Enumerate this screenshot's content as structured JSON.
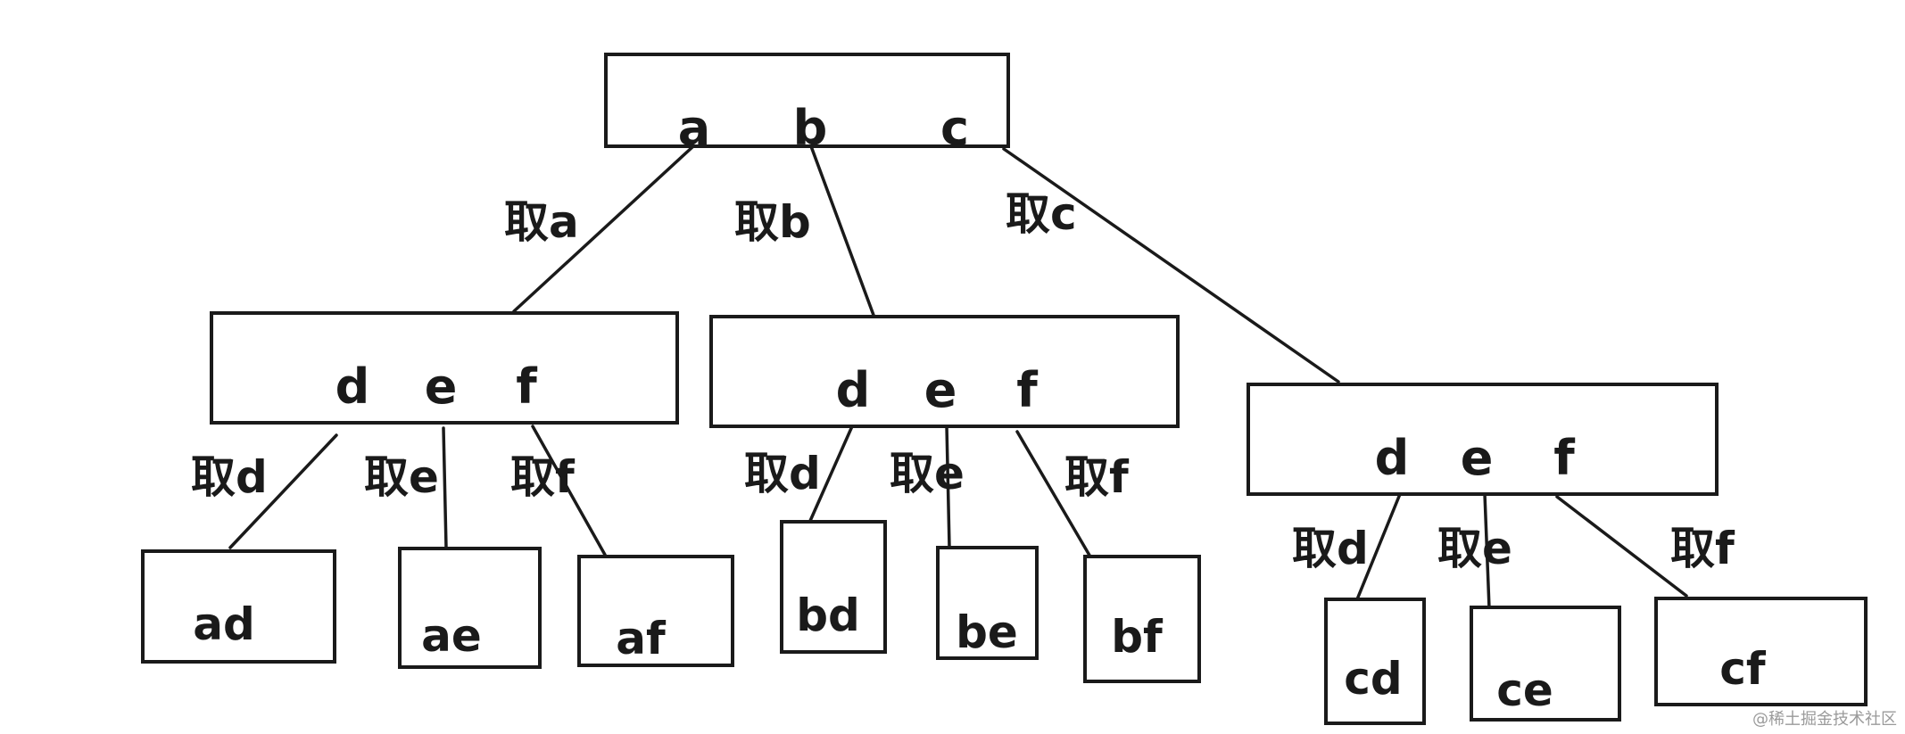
{
  "diagram": {
    "root": {
      "letters": [
        "a",
        "b",
        "c"
      ]
    },
    "branches": [
      {
        "edge_label": "取a",
        "node": {
          "letters": [
            "d",
            "e",
            "f"
          ]
        },
        "children": [
          {
            "edge_label": "取d",
            "leaf": "ad"
          },
          {
            "edge_label": "取e",
            "leaf": "ae"
          },
          {
            "edge_label": "取f",
            "leaf": "af"
          }
        ]
      },
      {
        "edge_label": "取b",
        "node": {
          "letters": [
            "d",
            "e",
            "f"
          ]
        },
        "children": [
          {
            "edge_label": "取d",
            "leaf": "bd"
          },
          {
            "edge_label": "取e",
            "leaf": "be"
          },
          {
            "edge_label": "取f",
            "leaf": "bf"
          }
        ]
      },
      {
        "edge_label": "取c",
        "node": {
          "letters": [
            "d",
            "e",
            "f"
          ]
        },
        "children": [
          {
            "edge_label": "取d",
            "leaf": "cd"
          },
          {
            "edge_label": "取e",
            "leaf": "ce"
          },
          {
            "edge_label": "取f",
            "leaf": "cf"
          }
        ]
      }
    ]
  },
  "watermark": "@稀土掘金技术社区"
}
